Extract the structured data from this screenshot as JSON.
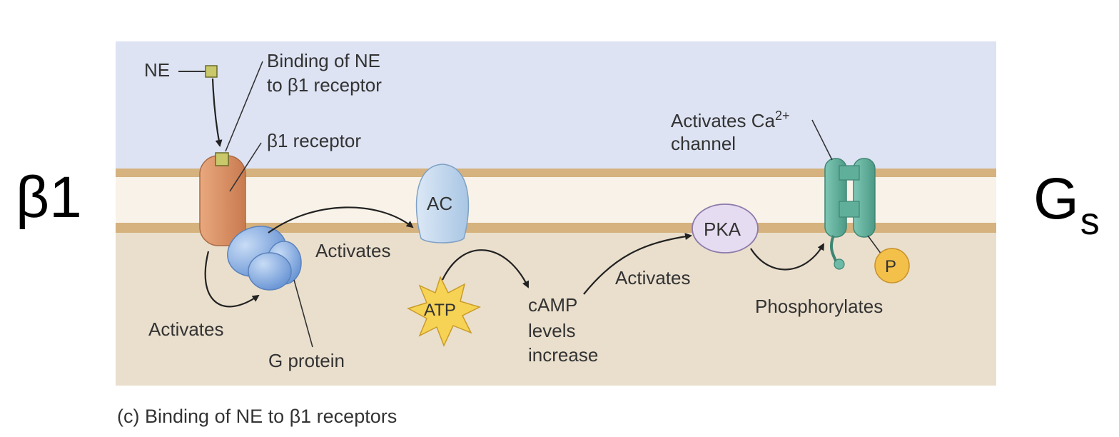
{
  "side_labels": {
    "left": "β1",
    "right_main": "G",
    "right_sub": "s"
  },
  "caption": {
    "tag": "(c)",
    "text": "Binding of NE to β1 receptors"
  },
  "diagram": {
    "ne_label": "NE",
    "binding_label_line1": "Binding of NE",
    "binding_label_line2": "to β1 receptor",
    "receptor_label": "β1 receptor",
    "activates_1": "Activates",
    "g_protein_label": "G protein",
    "activates_2": "Activates",
    "ac_label": "AC",
    "atp_label": "ATP",
    "camp_line1": "cAMP",
    "camp_line2": "levels",
    "camp_line3": "increase",
    "activates_3": "Activates",
    "pka_label": "PKA",
    "ca_channel_line1": "Activates Ca",
    "ca_channel_sup": "2+",
    "ca_channel_line2": "channel",
    "phosphorylates_label": "Phosphorylates",
    "p_label": "P"
  },
  "colors": {
    "extracellular": "#dde3f3",
    "membrane_band": "#d4b07c",
    "membrane_inner": "#f7f1e8",
    "cytoplasm": "#eadfcd",
    "receptor": "#d48a5e",
    "g_protein": "#86aee2",
    "ac": "#c5d9ee",
    "atp": "#f6d355",
    "pka": "#e3daf0",
    "channel": "#5faf9b",
    "phosphate": "#f3c14a",
    "ne_ligand": "#c9c86a"
  }
}
